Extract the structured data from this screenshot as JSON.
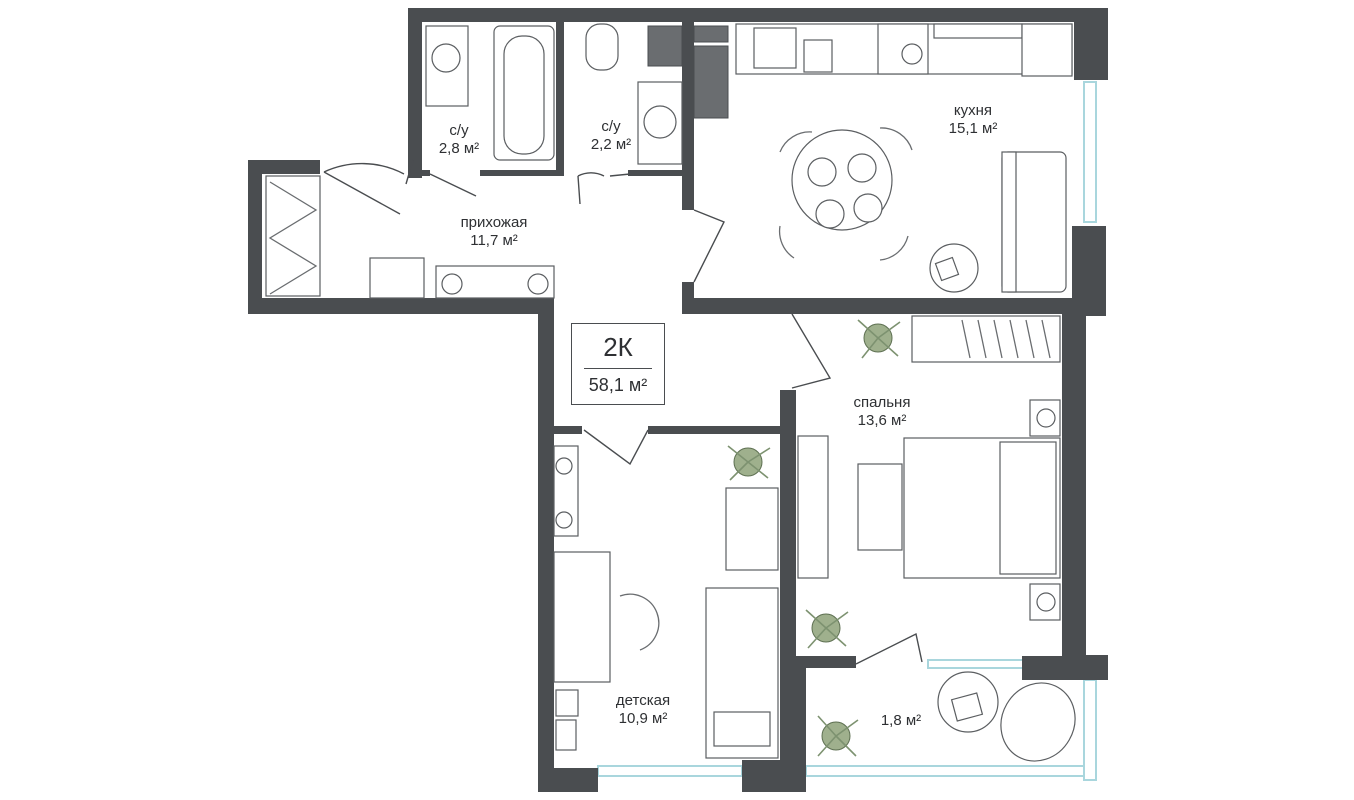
{
  "plan": {
    "badge": {
      "code": "2К",
      "area": "58,1 м²"
    },
    "rooms": [
      {
        "id": "bath1",
        "name": "с/у",
        "area": "2,8 м²"
      },
      {
        "id": "bath2",
        "name": "с/у",
        "area": "2,2 м²"
      },
      {
        "id": "hall",
        "name": "прихожая",
        "area": "11,7 м²"
      },
      {
        "id": "kitchen",
        "name": "кухня",
        "area": "15,1 м²"
      },
      {
        "id": "bedroom",
        "name": "спальня",
        "area": "13,6 м²"
      },
      {
        "id": "kids",
        "name": "детская",
        "area": "10,9 м²"
      },
      {
        "id": "balcony",
        "name": "",
        "area": "1,8 м²"
      }
    ]
  },
  "colors": {
    "wall": "#4a4d50",
    "glass": "#a9d6dd",
    "plant": "#9fb08d"
  }
}
